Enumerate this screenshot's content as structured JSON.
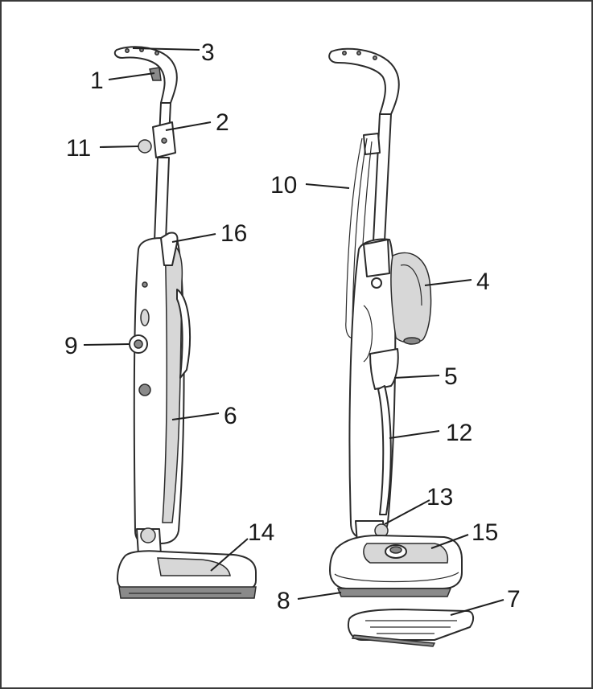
{
  "diagram": {
    "subject": "Upright steam mop — two assembled views with numbered part callouts",
    "callouts": [
      {
        "id": "c1",
        "text": "1"
      },
      {
        "id": "c2",
        "text": "2"
      },
      {
        "id": "c3",
        "text": "3"
      },
      {
        "id": "c4",
        "text": "4"
      },
      {
        "id": "c5",
        "text": "5"
      },
      {
        "id": "c6",
        "text": "6"
      },
      {
        "id": "c7",
        "text": "7"
      },
      {
        "id": "c8",
        "text": "8"
      },
      {
        "id": "c9",
        "text": "9"
      },
      {
        "id": "c10",
        "text": "10"
      },
      {
        "id": "c11",
        "text": "11"
      },
      {
        "id": "c12",
        "text": "12"
      },
      {
        "id": "c13",
        "text": "13"
      },
      {
        "id": "c14",
        "text": "14"
      },
      {
        "id": "c15",
        "text": "15"
      },
      {
        "id": "c16",
        "text": "16"
      }
    ],
    "colors": {
      "line": "#2b2b2b",
      "border": "#3a3a3a",
      "shade": "#d7d7d7",
      "background": "#ffffff"
    }
  }
}
